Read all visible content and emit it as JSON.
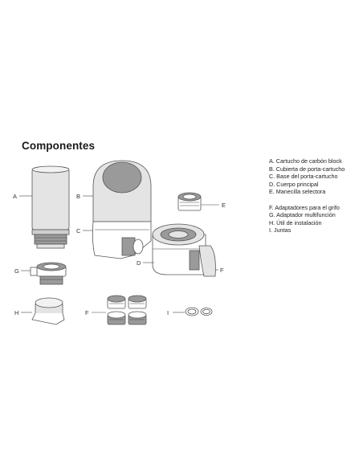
{
  "title": "Componentes",
  "callouts": [
    "A",
    "B",
    "C",
    "D",
    "E",
    "F",
    "G",
    "H",
    "F",
    "I"
  ],
  "legend": {
    "group1": [
      "A. Cartucho de carbón block",
      "B. Cubierta de porta-cartucho",
      "C. Base del porta-cartucho",
      "D. Cuerpo principal",
      "E. Manecilla selectora"
    ],
    "group2": [
      "F. Adaptadores para el grifo",
      "G. Adaptador multifunción",
      "H. Útil de instalación",
      "I. Juntas"
    ]
  },
  "colors": {
    "grey_fill": "#e4e4e4",
    "dark_grey": "#9a9a9a",
    "outline": "#555555",
    "white": "#ffffff"
  }
}
